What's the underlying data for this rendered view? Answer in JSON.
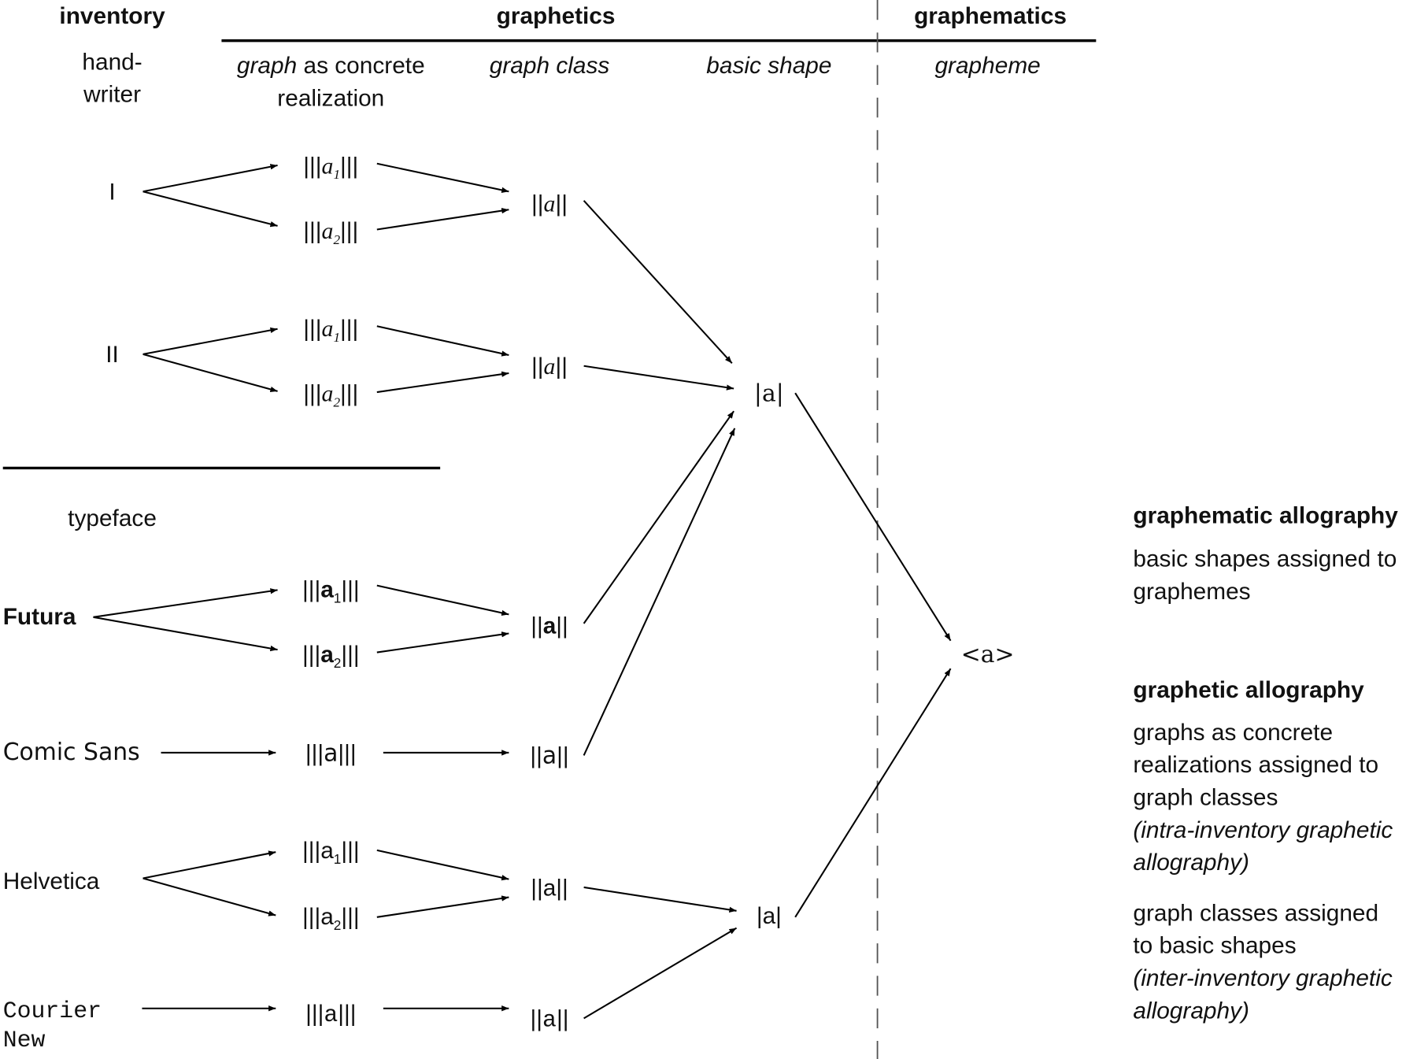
{
  "headers": {
    "inventory": "inventory",
    "graphetics": "graphetics",
    "graphematics": "graphematics",
    "handwriter_1": "hand-",
    "handwriter_2": "writer",
    "graph_em": "graph",
    "graph_rest": " as concrete",
    "graph_2": "realization",
    "graph_class": "graph class",
    "basic_shape": "basic shape",
    "grapheme": "grapheme",
    "typeface": "typeface"
  },
  "inventories": {
    "hw1": "I",
    "hw2": "II",
    "futura": "Futura",
    "comic": "Comic Sans",
    "helvetica": "Helvetica",
    "courier_1": "Courier",
    "courier_2": "New"
  },
  "graphs": {
    "bars3": "|||",
    "bars2": "||",
    "bars1": "|",
    "letter": "a",
    "sub1": "1",
    "sub2": "2"
  },
  "grapheme_label": "<a>",
  "legend": {
    "graphematic_title": "graphematic allography",
    "graphematic_1": "basic shapes assigned to",
    "graphematic_2": "graphemes",
    "graphetic_title": "graphetic allography",
    "g1_1": "graphs as concrete",
    "g1_2": "realizations assigned to",
    "g1_3": "graph classes",
    "g1_4": "(intra-inventory graphetic",
    "g1_5": "allography)",
    "g2_1": "graph classes assigned",
    "g2_2": "to basic shapes",
    "g2_3": "(inter-inventory graphetic",
    "g2_4": "allography)"
  }
}
